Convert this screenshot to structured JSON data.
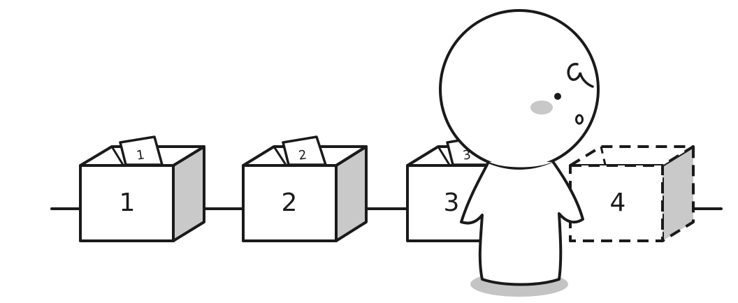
{
  "colors": {
    "stroke": "#1a1a1a",
    "box_face": "#ffffff",
    "box_side": "#c9c9c9",
    "blush": "#c8c8c8",
    "shadow": "#c4c4c4",
    "background": "#ffffff"
  },
  "boxes": [
    {
      "label": "1",
      "card_label": "1",
      "style": "solid"
    },
    {
      "label": "2",
      "card_label": "2",
      "style": "solid"
    },
    {
      "label": "3",
      "card_label": "3",
      "style": "solid"
    },
    {
      "label": "4",
      "card_label": "",
      "style": "dashed"
    }
  ]
}
